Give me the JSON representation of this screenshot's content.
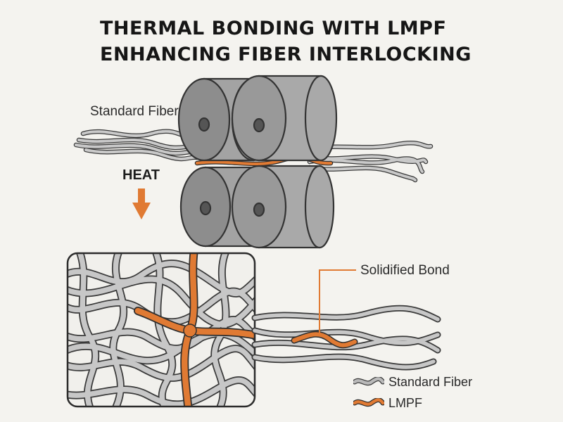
{
  "title": {
    "line1": "THERMAL BONDING WITH LMPF",
    "line2": "ENHANCING FIBER INTERLOCKING"
  },
  "labels": {
    "standard_fiber": "Standard Fiber",
    "heat": "HEAT",
    "solidified_bond": "Solidified Bond"
  },
  "legend": {
    "items": [
      {
        "label": "Standard Fiber",
        "color": "#b9b9b9"
      },
      {
        "label": "LMPF",
        "color": "#e07a33"
      }
    ]
  },
  "colors": {
    "lmpf": "#e07a33",
    "standard_fiber": "#b9b9b9",
    "roller": "#a3a3a3",
    "outline": "#333333"
  }
}
